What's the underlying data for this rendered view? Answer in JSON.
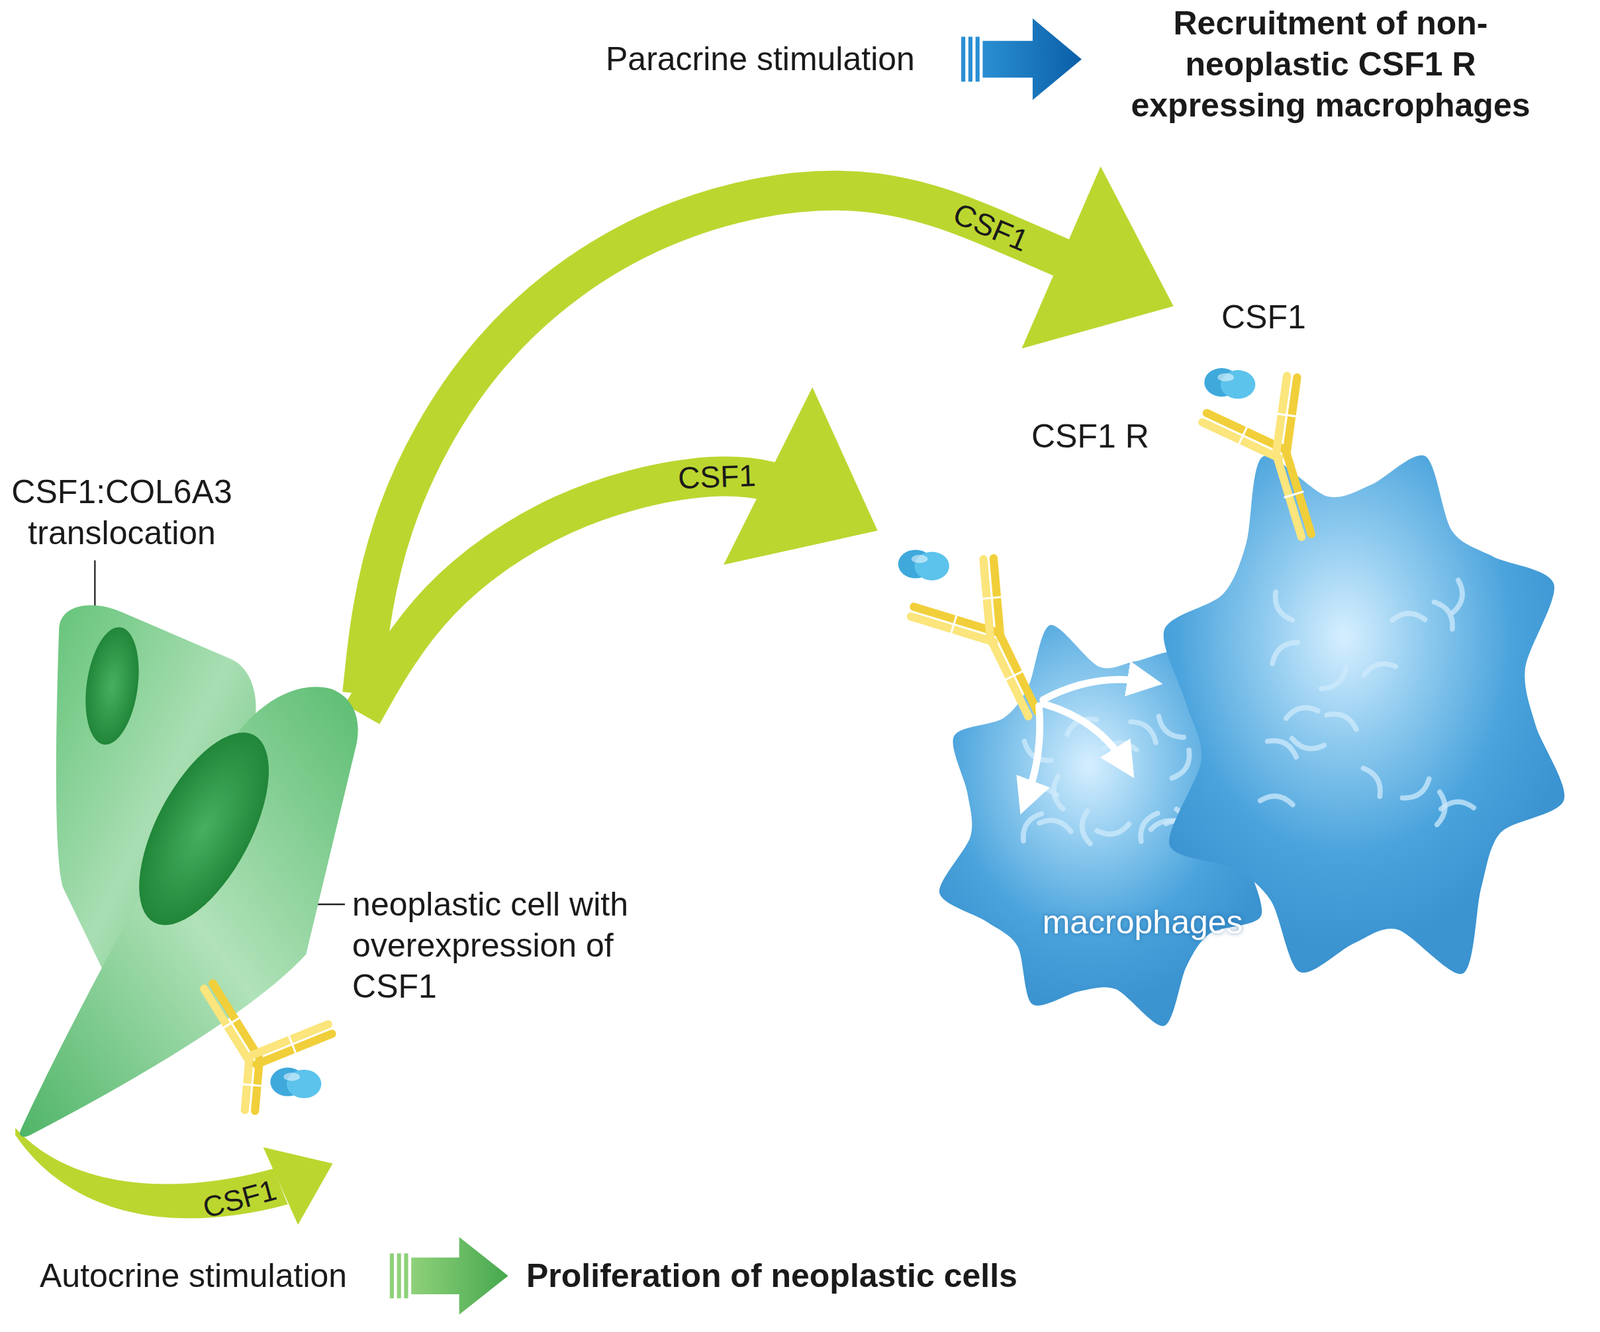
{
  "diagram": {
    "nodes": [
      {
        "text": [
          "CSF1:COL6A3 translocation",
          "neoplastic cell with overexpression of CSF1"
        ]
      },
      {
        "text": [
          "macrophages"
        ]
      }
    ],
    "edges": [
      {
        "from": 0,
        "to": 1,
        "arrow": "to",
        "label": "CSF1"
      },
      {
        "from": 0,
        "to": 1,
        "arrow": "to",
        "label": "CSF1"
      }
    ],
    "labels": [
      "Paracrine stimulation",
      "Recruitment of non-neoplastic CSF1 R expressing macrophages",
      "CSF1",
      "CSF1 R",
      "CSF1",
      "Autocrine stimulation",
      "Proliferation of neoplastic cells"
    ]
  }
}
